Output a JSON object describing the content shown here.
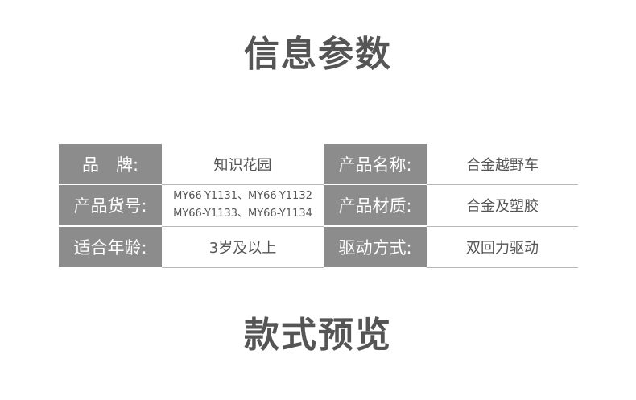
{
  "headings": {
    "info": "信息参数",
    "preview": "款式预览"
  },
  "specs": {
    "brand": {
      "label": "品　牌:",
      "value": "知识花园"
    },
    "product_name": {
      "label": "产品名称:",
      "value": "合金越野车"
    },
    "item_no": {
      "label": "产品货号:",
      "value_lines": [
        "MY66-Y1131、MY66-Y1132",
        "MY66-Y1133、MY66-Y1134"
      ]
    },
    "material": {
      "label": "产品材质:",
      "value": "合金及塑胶"
    },
    "age": {
      "label": "适合年龄:",
      "value": "3岁及以上"
    },
    "drive": {
      "label": "驱动方式:",
      "value": "双回力驱动"
    }
  },
  "colors": {
    "label_background": "#8c8c8c",
    "label_text": "#ffffff",
    "value_text": "#555555",
    "heading_text": "#555555",
    "row_divider": "#b8b8b8"
  }
}
